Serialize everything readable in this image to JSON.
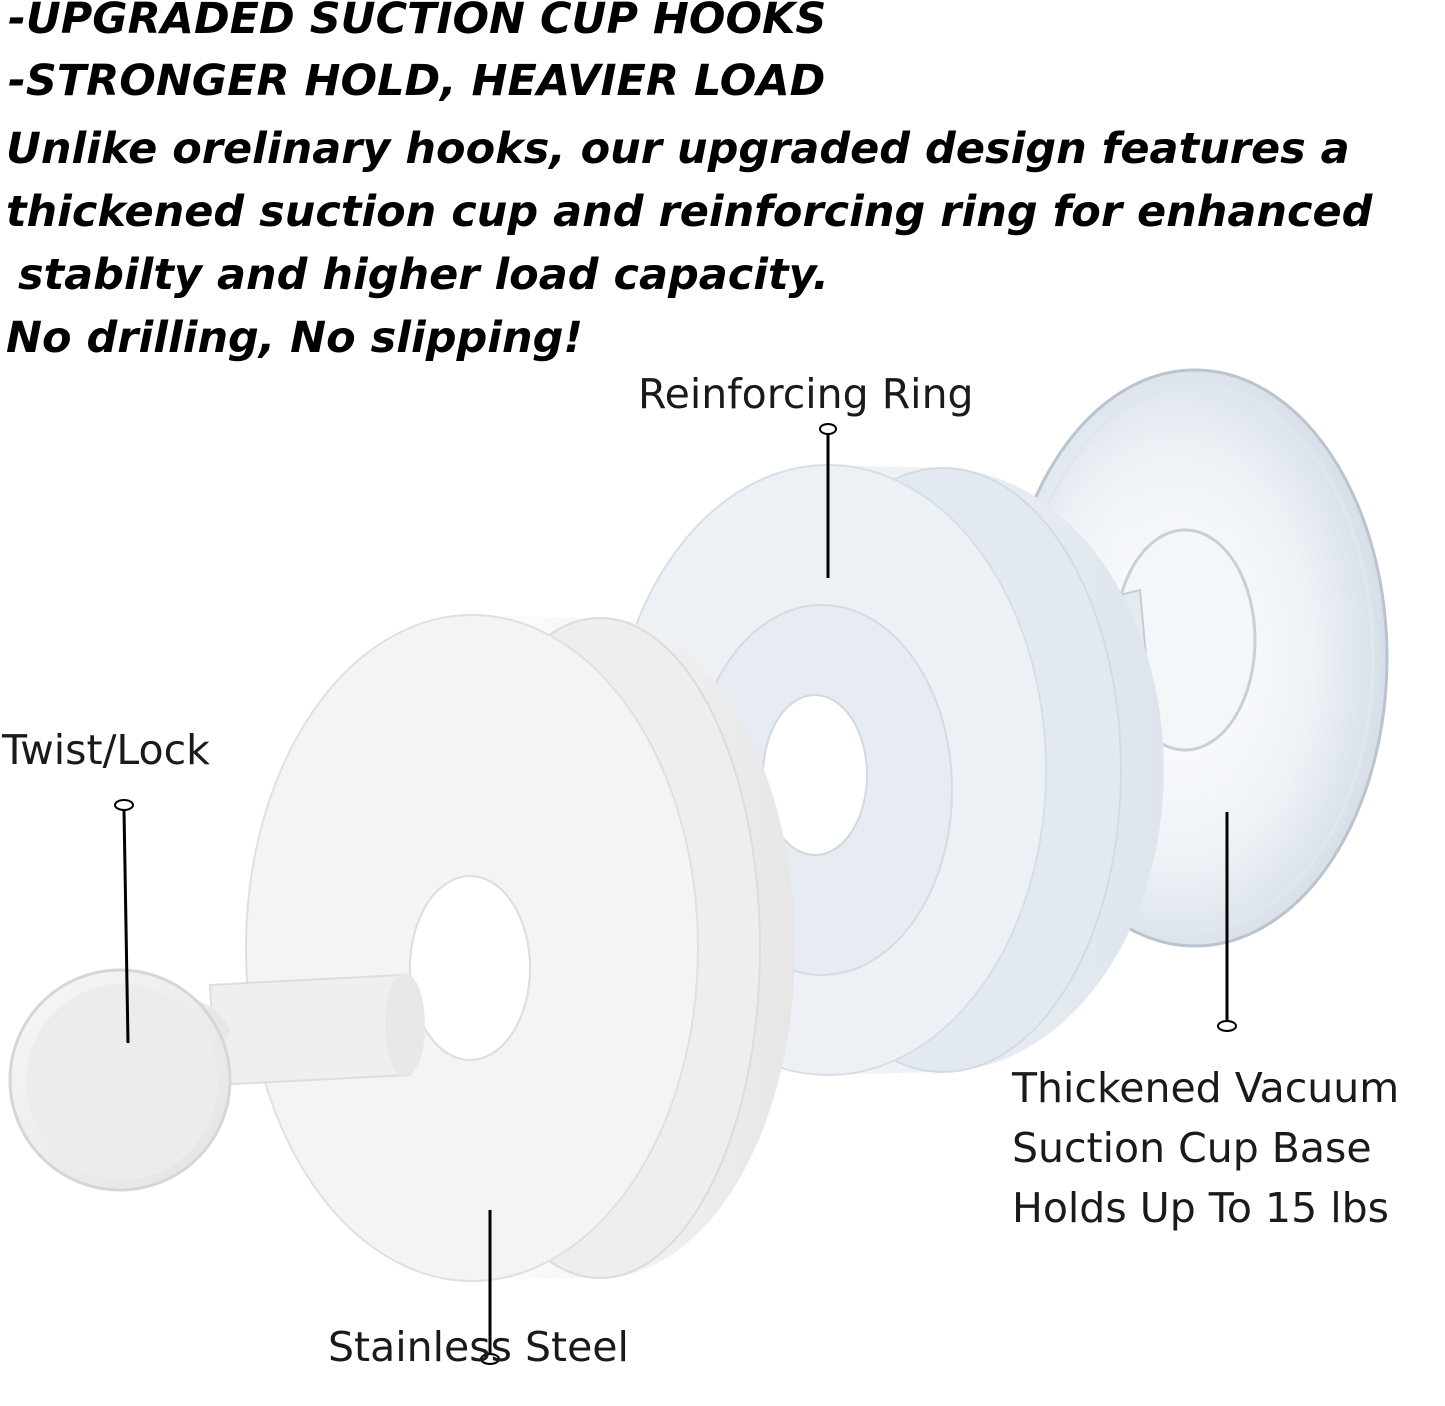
{
  "headline_1": "-UPGRADED SUCTION CUP HOOKS",
  "headline_2": "-STRONGER HOLD, HEAVIER LOAD",
  "description_lines": [
    "Unlike orelinary hooks, our upgraded design features a",
    "thickened suction cup and reinforcing ring for enhanced",
    "stabilty and higher load capacity.",
    "No drilling, No slipping!"
  ],
  "callouts": {
    "reinforcing_ring": "Reinforcing Ring",
    "twist_lock": "Twist/Lock",
    "stainless_steel": "Stainless Steel",
    "suction_base_lines": [
      "Thickened Vacuum",
      "Suction Cup Base",
      "Holds Up To 15 lbs"
    ]
  },
  "colors": {
    "background": "#ffffff",
    "text": "#000000",
    "hook_body": "#f4f4f4",
    "ring_body": "#e9eef5",
    "suction_cup": "#eef2f6"
  }
}
